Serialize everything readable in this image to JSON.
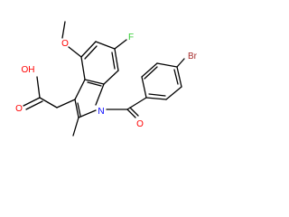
{
  "molecule": {
    "atom_labels": {
      "oh": "OH",
      "o_acid_carbonyl": "O",
      "o_methoxy": "O",
      "fluorine": "F",
      "nitrogen": "N",
      "bromine": "Br",
      "o_ketone": "O"
    },
    "colors": {
      "bond": "#000000",
      "oxygen": "#ff0000",
      "nitrogen": "#0000ff",
      "fluorine": "#33cc33",
      "bromine": "#a52a2a"
    }
  }
}
